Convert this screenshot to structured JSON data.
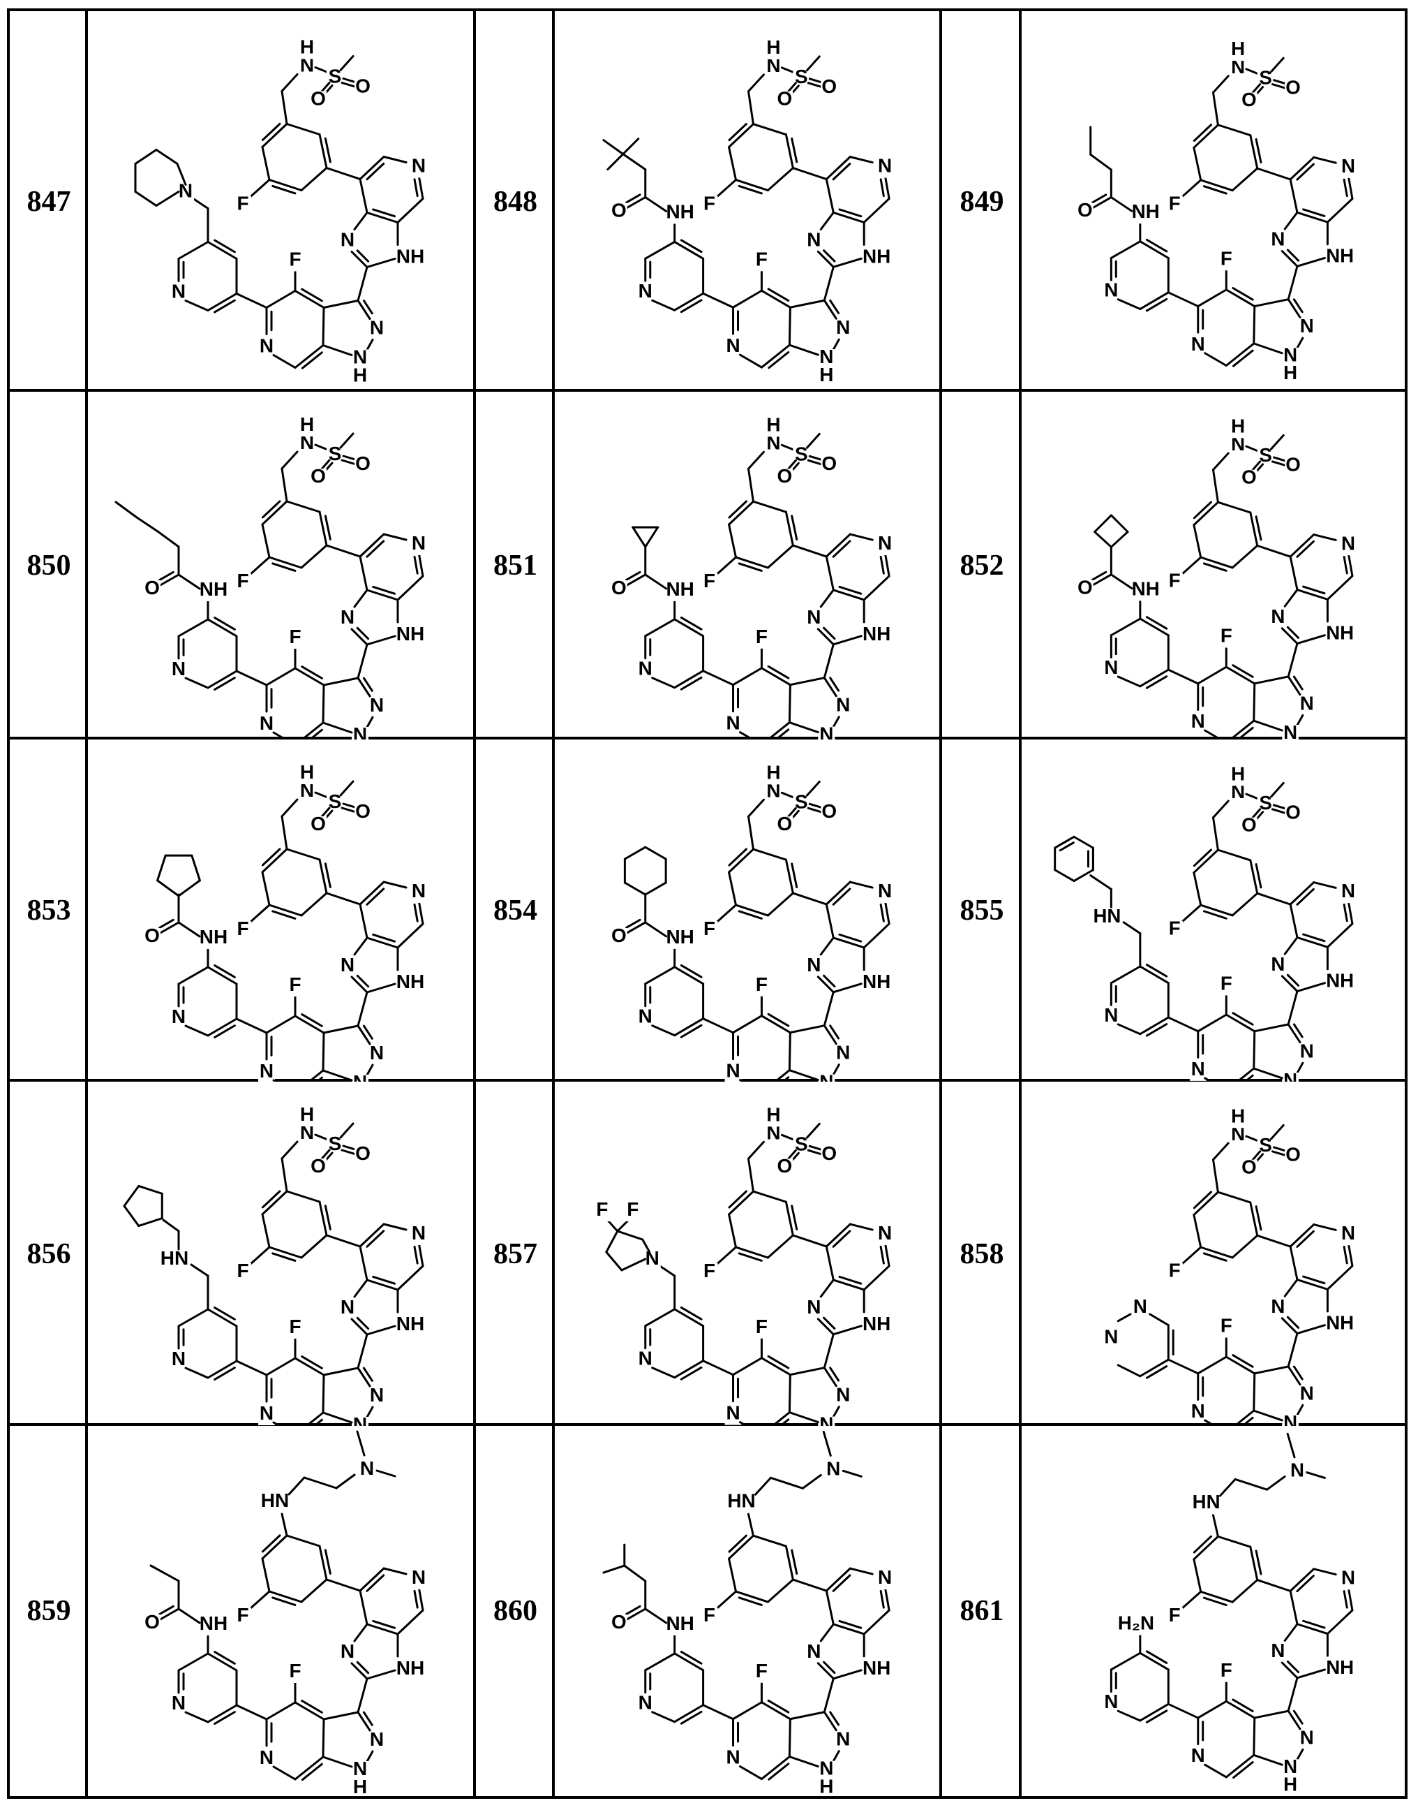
{
  "table": {
    "rows": [
      [
        "847",
        "848",
        "849"
      ],
      [
        "850",
        "851",
        "852"
      ],
      [
        "853",
        "854",
        "855"
      ],
      [
        "856",
        "857",
        "858"
      ],
      [
        "859",
        "860",
        "861"
      ]
    ]
  },
  "compounds": [
    {
      "id": "847",
      "top": "CH2NHSO2Me",
      "pyridine_substituent": "CH2-piperidin-1-yl",
      "lower_ring": "pyridin-3-yl"
    },
    {
      "id": "848",
      "top": "CH2NHSO2Me",
      "pyridine_substituent": "NHC(O)CH2C(CH3)3",
      "lower_ring": "pyridin-3-yl"
    },
    {
      "id": "849",
      "top": "CH2NHSO2Me",
      "pyridine_substituent": "NHC(O)CH2CH2CH3",
      "lower_ring": "pyridin-3-yl"
    },
    {
      "id": "850",
      "top": "CH2NHSO2Me",
      "pyridine_substituent": "NHC(O)(CH2)3CH3",
      "lower_ring": "pyridin-3-yl"
    },
    {
      "id": "851",
      "top": "CH2NHSO2Me",
      "pyridine_substituent": "NHC(O)-cyclopropyl",
      "lower_ring": "pyridin-3-yl"
    },
    {
      "id": "852",
      "top": "CH2NHSO2Me",
      "pyridine_substituent": "NHC(O)-cyclobutyl",
      "lower_ring": "pyridin-3-yl"
    },
    {
      "id": "853",
      "top": "CH2NHSO2Me",
      "pyridine_substituent": "NHC(O)-cyclopentyl",
      "lower_ring": "pyridin-3-yl"
    },
    {
      "id": "854",
      "top": "CH2NHSO2Me",
      "pyridine_substituent": "NHC(O)-cyclohexyl",
      "lower_ring": "pyridin-3-yl"
    },
    {
      "id": "855",
      "top": "CH2NHSO2Me",
      "pyridine_substituent": "CH2NHCH2-phenyl",
      "lower_ring": "pyridin-3-yl"
    },
    {
      "id": "856",
      "top": "CH2NHSO2Me",
      "pyridine_substituent": "CH2NHCH2-cyclopentyl",
      "lower_ring": "pyridin-3-yl"
    },
    {
      "id": "857",
      "top": "CH2NHSO2Me",
      "pyridine_substituent": "CH2-(3,3-difluoropyrrolidin-1-yl)",
      "lower_ring": "pyridin-3-yl"
    },
    {
      "id": "858",
      "top": "CH2NHSO2Me",
      "pyridine_substituent": "none",
      "lower_ring": "pyrimidin-5-yl"
    },
    {
      "id": "859",
      "top": "NHCH2CH2NMe2",
      "pyridine_substituent": "NHC(O)CH2CH3",
      "lower_ring": "pyridin-3-yl"
    },
    {
      "id": "860",
      "top": "NHCH2CH2NMe2",
      "pyridine_substituent": "NHC(O)CH2CH(CH3)2",
      "lower_ring": "pyridin-3-yl"
    },
    {
      "id": "861",
      "top": "NHCH2CH2NMe2",
      "pyridine_substituent": "NH2",
      "lower_ring": "pyridin-3-yl"
    }
  ],
  "atoms": {
    "N": "N",
    "NH": "NH",
    "HN": "HN",
    "H": "H",
    "F": "F",
    "O": "O",
    "S": "S",
    "H2N": "H₂N"
  }
}
